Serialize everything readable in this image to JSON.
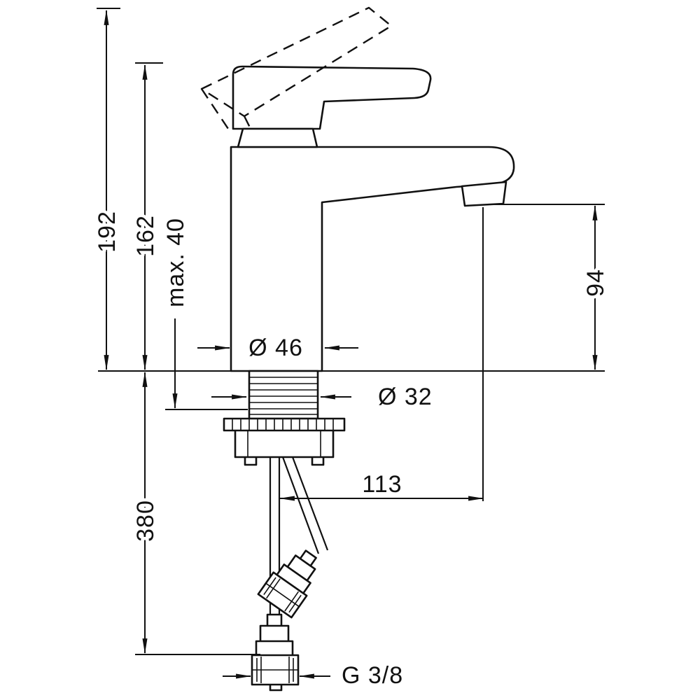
{
  "drawing": {
    "background": "#ffffff",
    "line_color": "#111111",
    "labels": {
      "overall_height": "192",
      "body_height": "162",
      "max_mounting_depth": "max. 40",
      "body_diameter": "Ø 46",
      "shank_diameter": "Ø 32",
      "spout_height": "94",
      "spout_reach": "113",
      "hose_length": "380",
      "connection_thread": "G 3/8"
    }
  }
}
